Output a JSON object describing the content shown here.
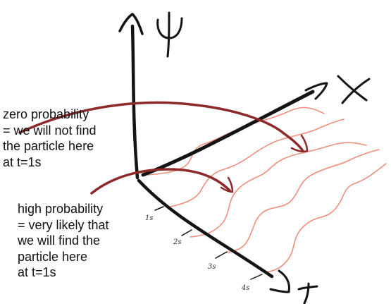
{
  "axes": {
    "vertical_label": "ψ",
    "space_label": "x",
    "time_label": "t"
  },
  "time_ticks": [
    "1s",
    "2s",
    "3s",
    "4s"
  ],
  "notes": {
    "zero_probability": {
      "lines": [
        "zero probability",
        "=  we will not find",
        "the particle here",
        "at t=1s"
      ]
    },
    "high_probability": {
      "lines": [
        "high probability",
        "= very likely that",
        "we will find the",
        "particle here",
        "at t=1s"
      ]
    }
  },
  "colors": {
    "axis": "#141414",
    "wave": "#ef8f7c",
    "arrow": "#8c2a2a",
    "text": "#111111"
  }
}
